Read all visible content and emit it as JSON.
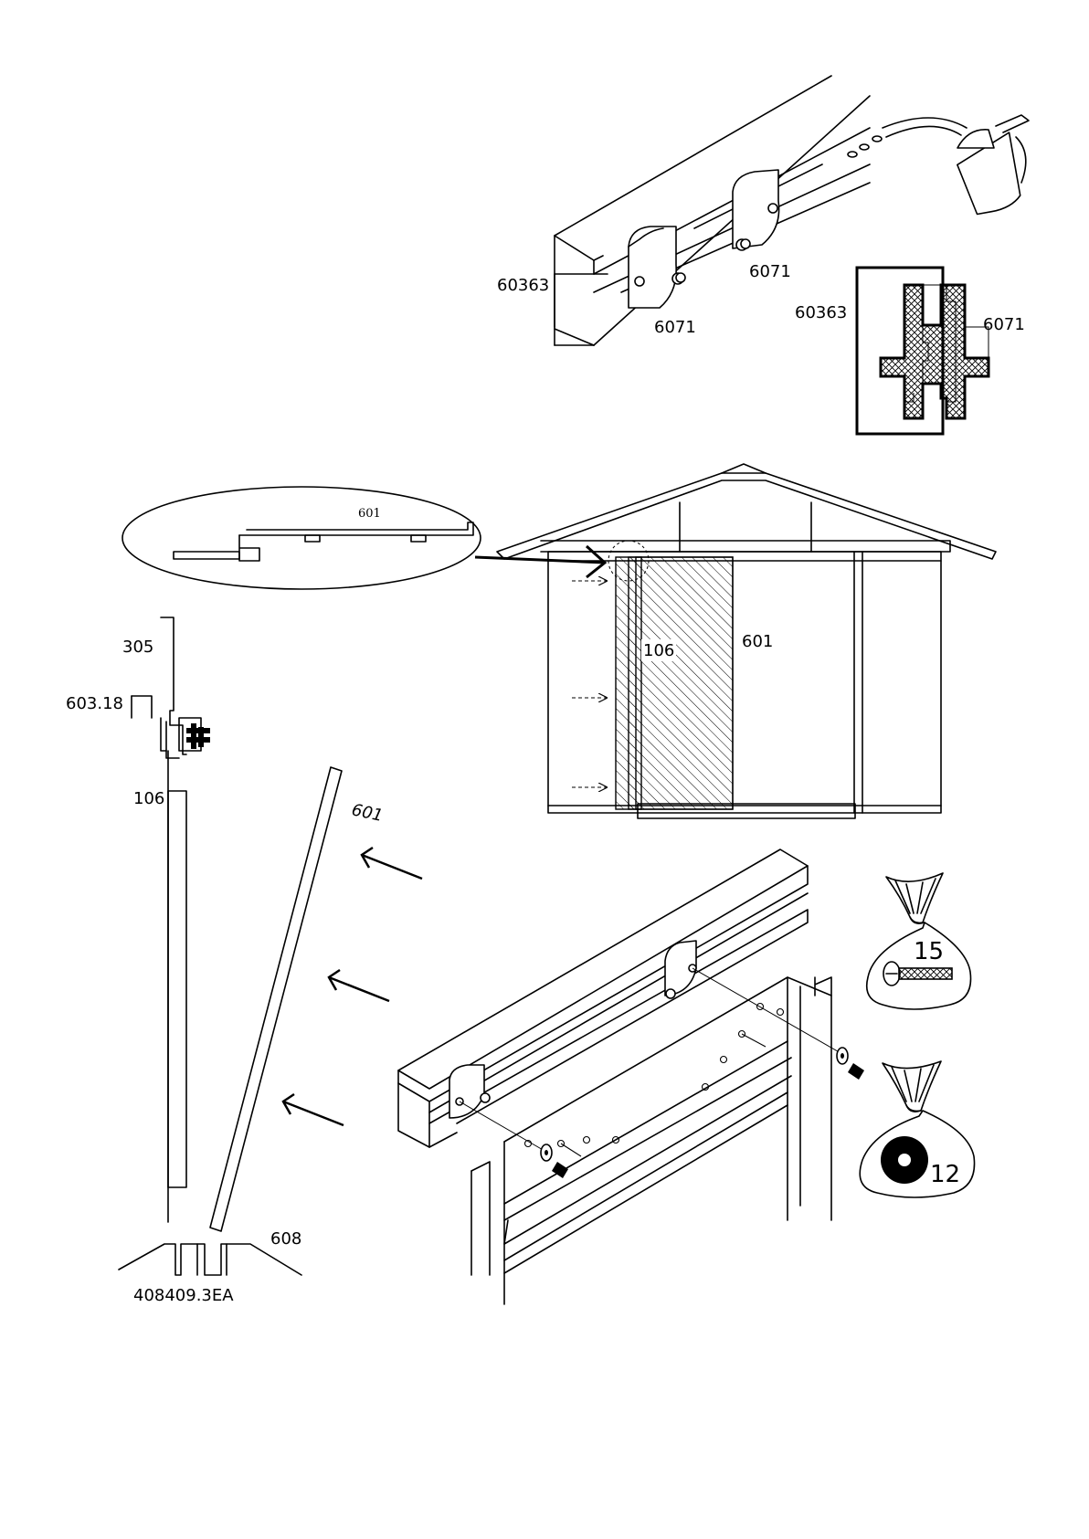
{
  "labels": {
    "rail_part": "60363",
    "slider_a": "6071",
    "slider_b": "6071",
    "section_rail": "60363",
    "section_slider": "6071",
    "callout_panel": "601",
    "shed_panel_hidden": "106",
    "shed_panel": "601",
    "side_top": "305",
    "side_rail": "603.18",
    "side_panel": "106",
    "loose_panel": "601",
    "bottom_track": "608",
    "doc_code": "408409.3EA"
  },
  "bags": [
    {
      "count": "15",
      "content_icon": "screw-icon"
    },
    {
      "count": "12",
      "content_icon": "washer-icon"
    }
  ],
  "icons": [
    "oil-can-icon",
    "screw-icon",
    "washer-icon",
    "arrow-left-icon"
  ]
}
